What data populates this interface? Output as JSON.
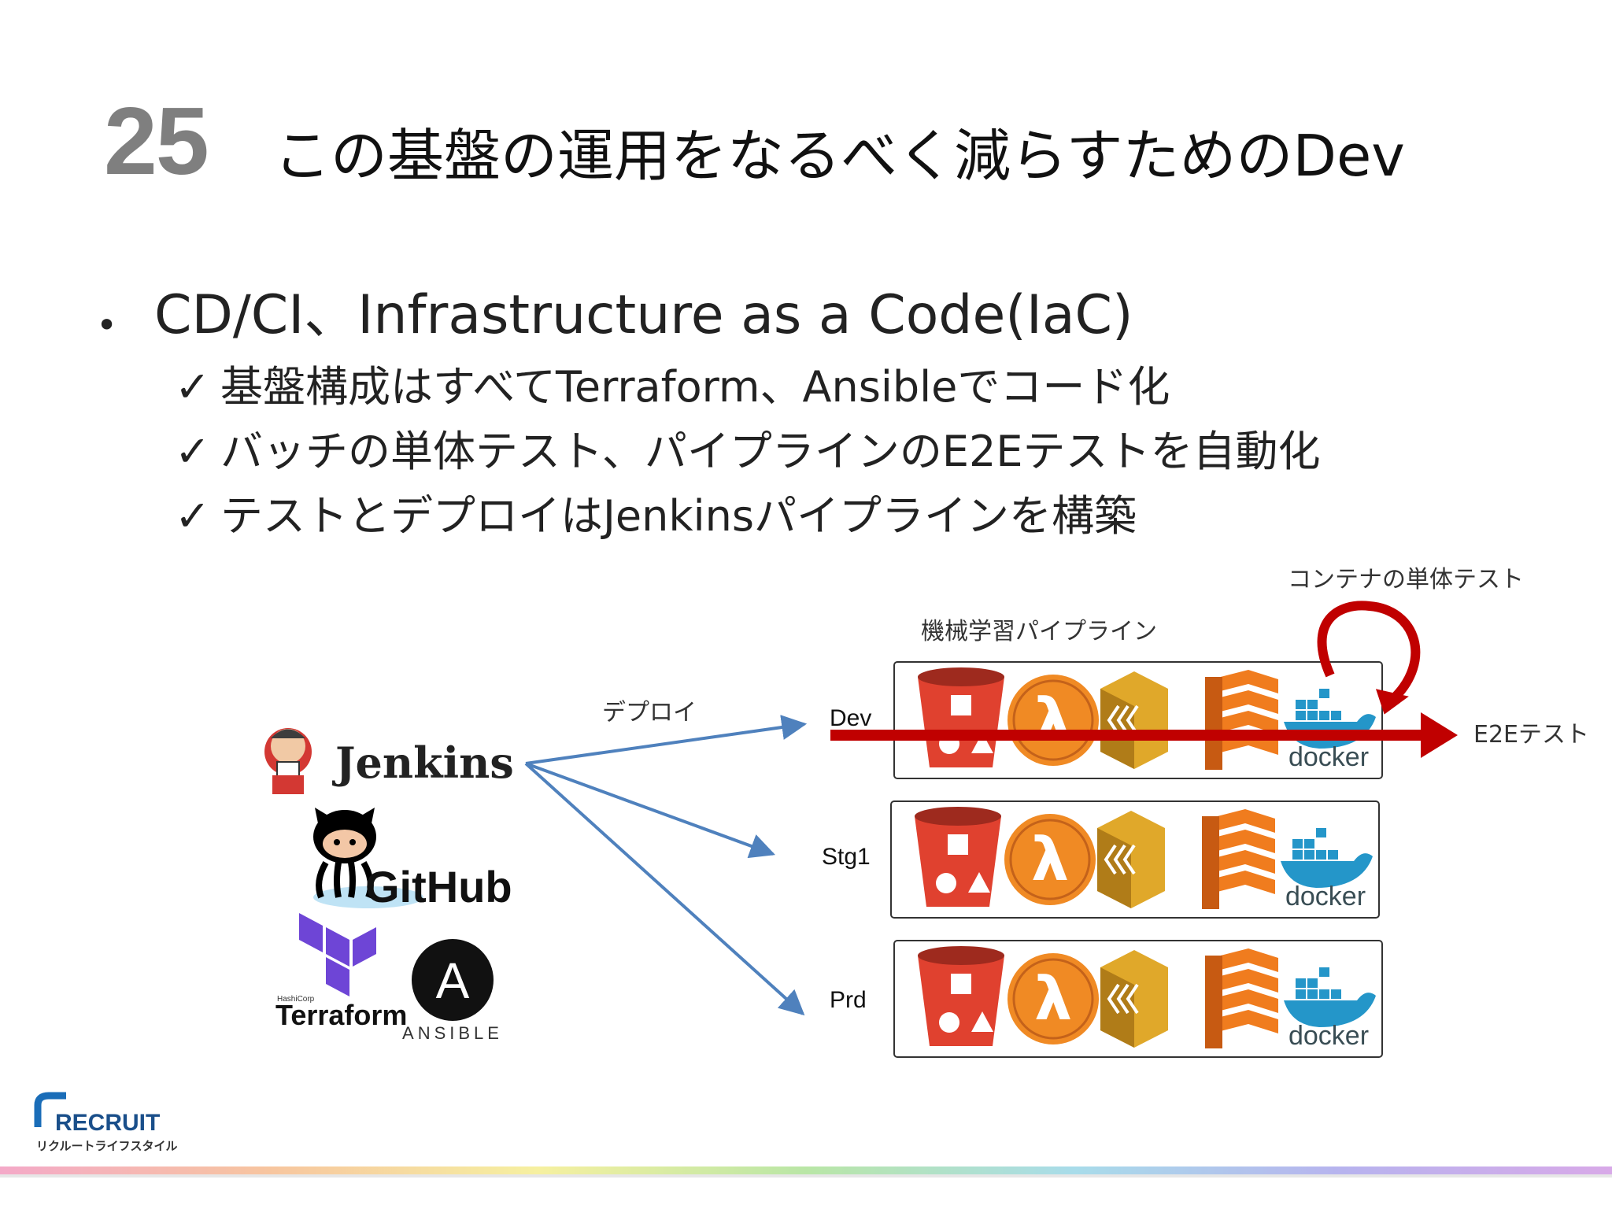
{
  "slide": {
    "number": "25",
    "title": "この基盤の運用をなるべく減らすためのDev"
  },
  "bullets": {
    "main": "CD/CI、Infrastructure as a Code(IaC)",
    "check_glyph": "✓",
    "items": [
      "基盤構成はすべてTerraform、Ansibleでコード化",
      "バッチの単体テスト、パイプラインのE2Eテストを自動化",
      "テストとデプロイはJenkinsパイプラインを構築"
    ]
  },
  "diagram": {
    "tools": {
      "jenkins": "Jenkins",
      "github": "GitHub",
      "terraform": "Terraform",
      "terraform_small": "HashiCorp",
      "ansible": "ANSIBLE",
      "ansible_mark": "A"
    },
    "deploy_label": "デプロイ",
    "pipeline_label": "機械学習パイプライン",
    "environments": [
      "Dev",
      "Stg1",
      "Prd"
    ],
    "icons": [
      "s3-bucket-icon",
      "lambda-icon",
      "step-functions-icon",
      "ecs-icon",
      "docker-icon"
    ],
    "lambda_glyph": "λ",
    "docker_text": "docker",
    "unit_test_label": "コンテナの単体テスト",
    "e2e_label": "E2Eテスト",
    "colors": {
      "arrow_blue": "#4f81bd",
      "arrow_red": "#c00000",
      "s3_red": "#e0412f",
      "lambda_orange": "#f08a24",
      "sfn_gold": "#e0a82a",
      "ecs_orange": "#f07c1e",
      "docker_blue": "#2496c9",
      "terraform_purple": "#6e45d6"
    }
  },
  "footer": {
    "logo": "RECRUIT",
    "sublogo": "リクルートライフスタイル"
  }
}
